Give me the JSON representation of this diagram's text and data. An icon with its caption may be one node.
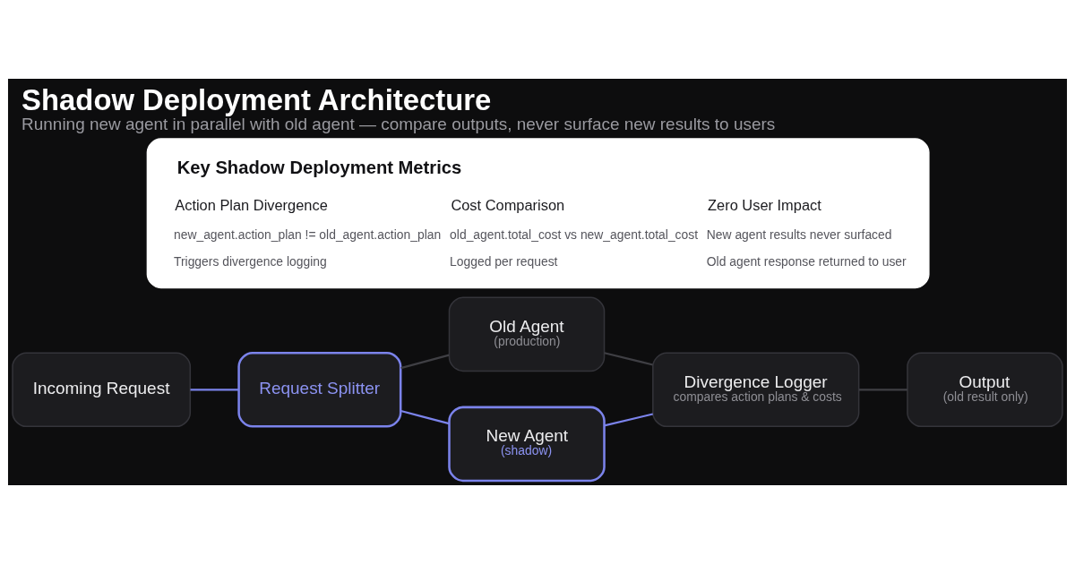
{
  "diagram": {
    "title": "Shadow Deployment Architecture",
    "caption": "Running new agent in parallel with old agent — compare outputs, never surface new results to users",
    "nodes": [
      {
        "text": [
          "Incoming Request"
        ]
      },
      {
        "text": [
          "Request Splitter"
        ]
      },
      {
        "text": [
          "Old Agent",
          "(production)"
        ]
      },
      {
        "text": [
          "New Agent",
          "(shadow)"
        ]
      },
      {
        "text": [
          "Divergence Logger",
          "compares action plans & costs"
        ]
      },
      {
        "text": [
          "Output",
          "(old result only)"
        ]
      },
      {
        "text": [
          "Key Shadow Deployment Metrics",
          "Action Plan Divergence",
          "new_agent.action_plan != old_agent.action_plan",
          "Triggers divergence logging",
          "Cost Comparison",
          "old_agent.total_cost vs new_agent.total_cost",
          "Logged per request",
          "Zero User Impact",
          "New agent results never surfaced",
          "Old agent response returned to user"
        ]
      }
    ],
    "edges": [
      {
        "from": 0,
        "to": 1,
        "arrow": "none",
        "color": "#7b83eb"
      },
      {
        "from": 1,
        "to": 2,
        "arrow": "none",
        "color": "#3f3f44"
      },
      {
        "from": 1,
        "to": 3,
        "arrow": "none",
        "color": "#7b83eb"
      },
      {
        "from": 2,
        "to": 4,
        "arrow": "none",
        "color": "#3f3f44"
      },
      {
        "from": 3,
        "to": 4,
        "arrow": "none",
        "color": "#7b83eb"
      },
      {
        "from": 4,
        "to": 5,
        "arrow": "none",
        "color": "#3f3f44"
      }
    ]
  }
}
